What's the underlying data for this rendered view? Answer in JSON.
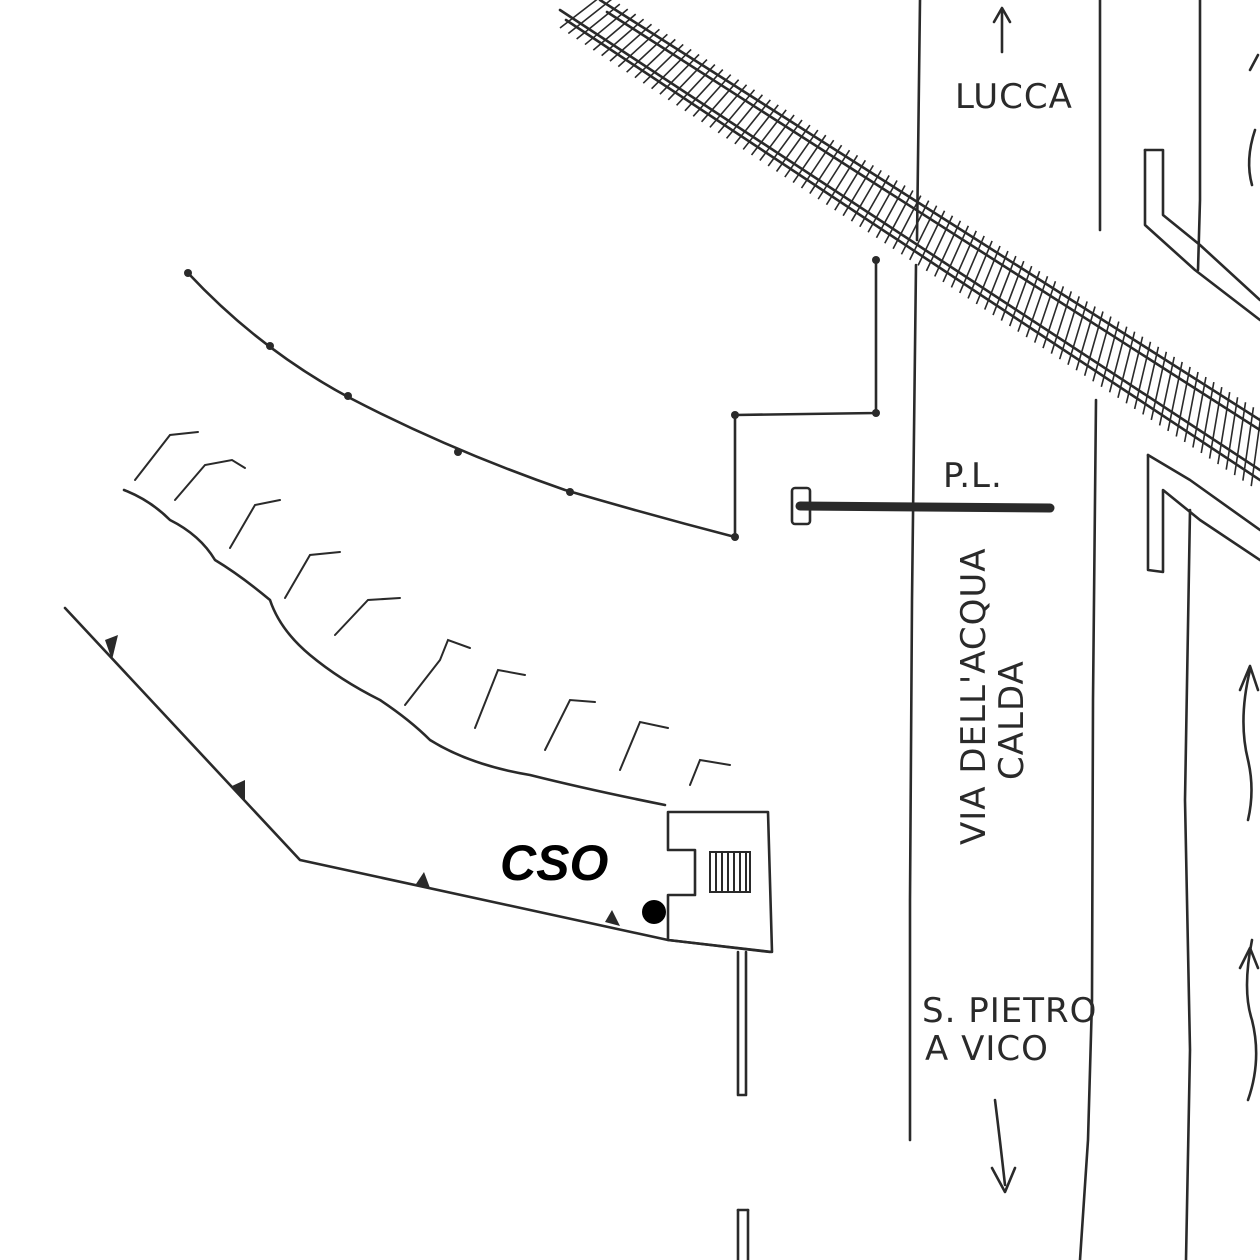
{
  "labels": {
    "north_destination": "LUCCA",
    "level_crossing": "P.L.",
    "road_name_line1": "VIA DELL'ACQUA",
    "road_name_line2": "CALDA",
    "south_destination_line1": "S. PIETRO",
    "south_destination_line2": "A VICO",
    "outfall": "CSO"
  },
  "icons": {
    "north_arrow": "arrow-up-icon",
    "south_arrow": "arrow-down-icon",
    "river_flow": "river-flow-arrow-icon",
    "outfall_point": "filled-dot-icon"
  },
  "colors": {
    "ink": "#2a2a2a",
    "paper": "#ffffff",
    "label": "#000000"
  }
}
